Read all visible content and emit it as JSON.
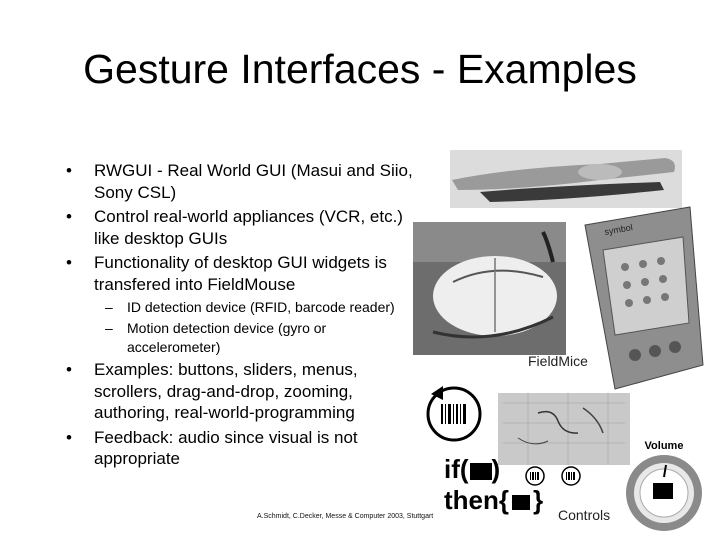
{
  "title": "Gesture Interfaces - Examples",
  "bullets": [
    {
      "text": "RWGUI - Real World GUI (Masui and Siio, Sony CSL)",
      "level": 1
    },
    {
      "text": "Control real-world appliances (VCR, etc.) like desktop GUIs",
      "level": 1
    },
    {
      "text": "Functionality of desktop GUI widgets is transfered into FieldMouse",
      "level": 1
    },
    {
      "text": "ID detection device (RFID, barcode reader)",
      "level": 2
    },
    {
      "text": "Motion detection device (gyro or accelerometer)",
      "level": 2
    },
    {
      "text": "Examples: buttons, sliders, menus, scrollers, drag-and-drop, zooming, authoring, real-world-programming",
      "level": 1
    },
    {
      "text": "Feedback: audio since visual is not appropriate",
      "level": 1
    }
  ],
  "captions": {
    "fieldmice": "FieldMice",
    "controls": "Controls"
  },
  "diagram": {
    "if_label": "if(",
    "then_label": "then{",
    "then_close": "}",
    "volume_label": "Volume",
    "pda_brand": "symbol"
  },
  "footer": "A.Schmidt, C.Decker, Messe & Computer 2003, Stuttgart"
}
